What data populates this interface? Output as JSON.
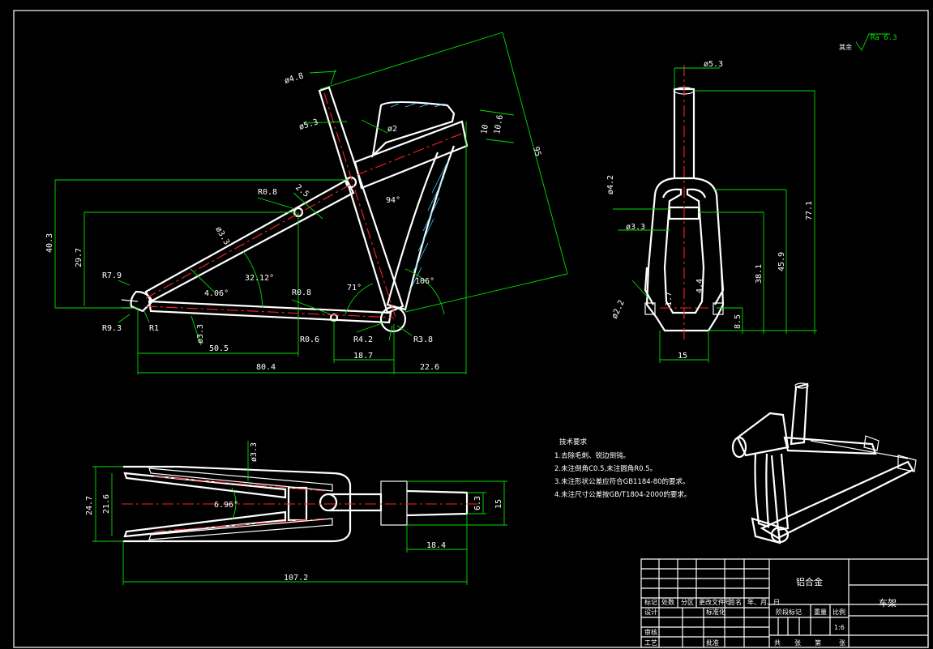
{
  "colors": {
    "background": "#000000",
    "outline": "#ffffff",
    "dimension": "#00e000",
    "centerline": "#ff2020",
    "hatch": "#40d0ff"
  },
  "roughness": {
    "prefix": "其余",
    "value": "Ra 6.3"
  },
  "side_view": {
    "dims": {
      "d_top": "ø4.8",
      "d_53": "ø5.3",
      "d_2": "ø2",
      "h1": "10",
      "h2": "10.6",
      "len95": "95",
      "r08a": "R0.8",
      "d25": "2.5",
      "d33": "ø3.3",
      "a94": "94°",
      "a3212": "32.12°",
      "a406": "4.06°",
      "r79": "R7.9",
      "r93": "R9.3",
      "r1": "R1",
      "r08b": "R0.8",
      "a71": "71°",
      "a106": "106°",
      "r06": "R0.6",
      "r42": "R4.2",
      "r38": "R3.8",
      "d33b": "ø3.3",
      "h403": "40.3",
      "h297": "29.7",
      "w505": "50.5",
      "w804": "80.4",
      "w187": "18.7",
      "w226": "22.6"
    }
  },
  "front_view": {
    "dims": {
      "d53": "ø5.3",
      "d42": "ø4.2",
      "d33": "ø3.3",
      "d22": "ø2.2",
      "h44": "4.4",
      "h17": "1.7",
      "h85": "8.5",
      "h381": "38.1",
      "h459": "45.9",
      "h771": "77.1",
      "w15": "15"
    }
  },
  "top_view": {
    "dims": {
      "h247": "24.7",
      "h216": "21.6",
      "d33": "ø3.3",
      "a696": "6.96°",
      "w63": "6.3",
      "w15": "15",
      "w184": "18.4",
      "w1072": "107.2"
    }
  },
  "notes": {
    "title": "技术要求",
    "items": [
      "1.去除毛刺、锐边倒钝。",
      "2.未注倒角C0.5,未注圆角R0.5。",
      "3.未注形状公差应符合GB1184-80的要求。",
      "4.未注尺寸公差按GB/T1804-2000的要求。"
    ]
  },
  "title_block": {
    "material": "铝合金",
    "part_name": "车架",
    "row_labels": [
      "标记",
      "处数",
      "分区",
      "更改文件号",
      "签名",
      "年、月、日"
    ],
    "design": "设计",
    "standard": "标准化",
    "review": "审核",
    "process": "工艺",
    "approve": "批准",
    "stage_mark": "阶段标记",
    "weight": "重量",
    "scale_label": "比例",
    "scale": "1:6",
    "total": "共",
    "sheets": "张",
    "page": "第",
    "sheet2": "张"
  }
}
